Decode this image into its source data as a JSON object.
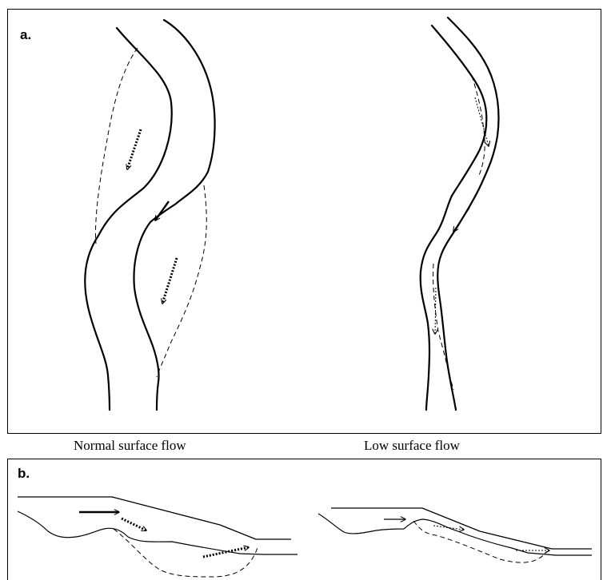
{
  "panel_a": {
    "label": "a."
  },
  "panel_b": {
    "label": "b."
  },
  "captions": {
    "left": "Normal surface flow",
    "right": "Low surface flow"
  }
}
